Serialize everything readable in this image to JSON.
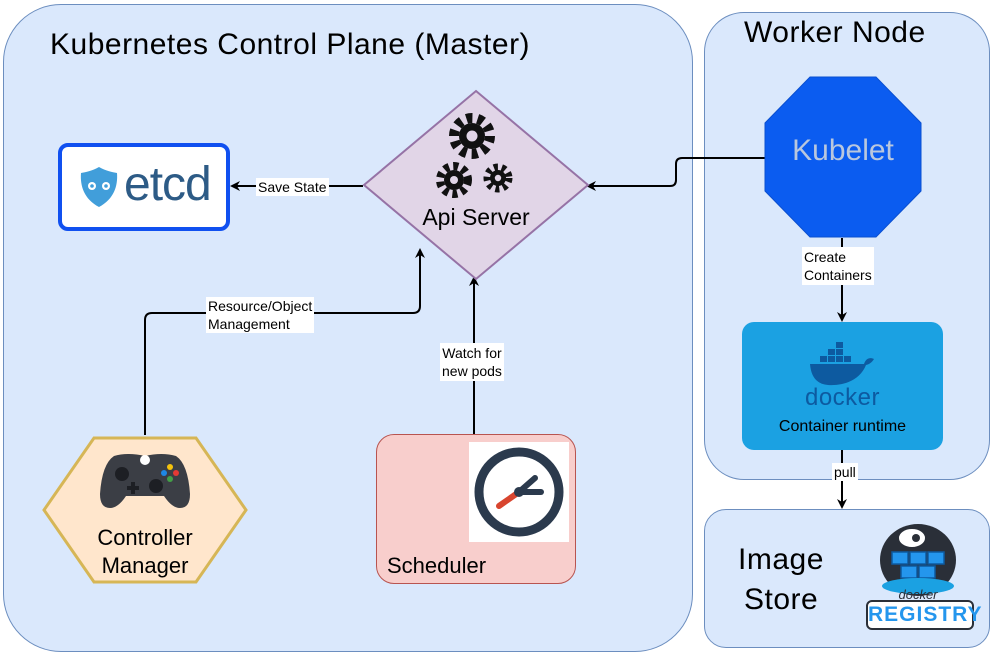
{
  "control_plane": {
    "title": "Kubernetes Control Plane (Master)"
  },
  "worker_node": {
    "title": "Worker Node"
  },
  "image_store": {
    "title_line1": "Image",
    "title_line2": "Store",
    "registry_small": "docker",
    "registry_big": "REGISTRY"
  },
  "etcd": {
    "label": "etcd"
  },
  "api_server": {
    "label": "Api Server"
  },
  "kubelet": {
    "label": "Kubelet"
  },
  "container_runtime": {
    "brand": "docker",
    "label": "Container runtime"
  },
  "controller_manager": {
    "line1": "Controller",
    "line2": "Manager"
  },
  "scheduler": {
    "label": "Scheduler"
  },
  "edges": {
    "save_state": "Save State",
    "resource_mgmt_line1": "Resource/Object",
    "resource_mgmt_line2": "Management",
    "watch_line1": "Watch for",
    "watch_line2": "new pods",
    "create_line1": "Create",
    "create_line2": "Containers",
    "pull": "pull"
  },
  "colors": {
    "panel_fill": "#dae8fc",
    "panel_stroke": "#6c8ebf",
    "api_fill": "#e1d5e7",
    "api_stroke": "#9673a6",
    "kubelet_fill": "#0b5cf0",
    "kubelet_text": "#b9c7de",
    "runtime_fill": "#1ba1e2",
    "controller_fill": "#ffe6cc",
    "controller_stroke": "#d6b656",
    "scheduler_fill": "#f8cecc",
    "scheduler_stroke": "#b85450",
    "etcd_blue": "#419eda"
  }
}
